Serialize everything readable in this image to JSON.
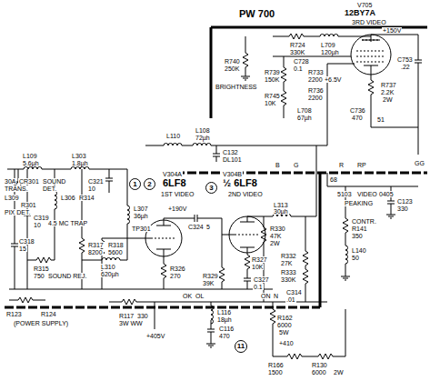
{
  "diagram": {
    "nodes": [
      {
        "text": [
          "1"
        ]
      },
      {
        "text": [
          "2"
        ]
      },
      {
        "text": [
          "3"
        ]
      },
      {
        "text": [
          "11"
        ]
      }
    ],
    "labels": [
      "PW 700",
      "V705",
      "12BY7A",
      "3RD VIDEO",
      "+150V",
      "R724",
      "330K",
      "L709",
      "120µh",
      "R740",
      "250K",
      "BRIGHTNESS",
      "R739",
      "150K",
      "C728",
      "0.1",
      "R733",
      "2200",
      "+6.5V",
      "R736",
      "2200",
      "R745",
      "10K",
      "L708",
      "67µh",
      "R737",
      "2.2K",
      "2W",
      "C736",
      "470",
      "C753",
      ".22",
      "51",
      "L108",
      "72µh",
      "C132",
      "DL101",
      "L110",
      "GG",
      "B",
      "G",
      "RP",
      "R",
      "5103",
      "VIDEO",
      "0405",
      "PEAKING",
      "C123",
      "330",
      "68",
      "CONTR.",
      "R141",
      "350",
      "L140",
      "50",
      "L109",
      "5.6µh",
      "L303",
      "1.8µh",
      "30A",
      "CR301",
      "SOUND",
      "DET.",
      "TRANS.",
      "C321",
      "10",
      "L309",
      "R301",
      "PIX DET.",
      "L306",
      "4.5 MC TRAP",
      "R314",
      "C319",
      "10",
      "C318",
      "15",
      "R317",
      "8200",
      "R315",
      "750",
      "SOUND REJ.",
      "L307",
      "36µh",
      "R318",
      "5600",
      "TP301",
      "L310",
      "620µh",
      "R326",
      "270",
      "V304A",
      "6LF8",
      "1ST VIDEO",
      "+190V",
      "V304B",
      "½ 6LF8",
      "2ND VIDEO",
      "C324",
      "5",
      "L313",
      "30µh",
      "R330",
      "47K",
      "2W",
      "R327",
      "10K",
      "R332",
      "27K",
      "R333",
      "330K",
      "R329",
      "39K",
      "C327",
      "0.1",
      "C314",
      ".01",
      "OK",
      "OL",
      "ON",
      "N",
      "R123",
      "R124",
      "(POWER SUPPLY)",
      "R117",
      "330",
      "3W WW",
      "+405V",
      "L116",
      "18µh",
      "C116",
      "470",
      "R162",
      "6000",
      "5W",
      "+410",
      "R166",
      "1500",
      "R130",
      "6000",
      "2W"
    ]
  }
}
